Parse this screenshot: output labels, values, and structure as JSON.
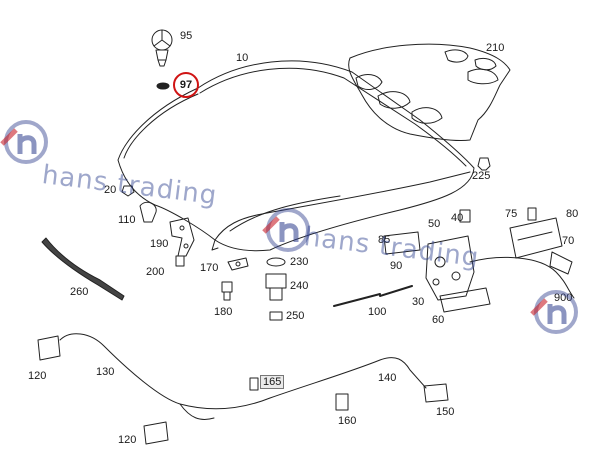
{
  "diagram": {
    "part_labels": [
      {
        "id": "95",
        "text": "95"
      },
      {
        "id": "97",
        "text": "97"
      },
      {
        "id": "10",
        "text": "10"
      },
      {
        "id": "210",
        "text": "210"
      },
      {
        "id": "225",
        "text": "225"
      },
      {
        "id": "20",
        "text": "20"
      },
      {
        "id": "110",
        "text": "110"
      },
      {
        "id": "190",
        "text": "190"
      },
      {
        "id": "200",
        "text": "200"
      },
      {
        "id": "170",
        "text": "170"
      },
      {
        "id": "230",
        "text": "230"
      },
      {
        "id": "240",
        "text": "240"
      },
      {
        "id": "250",
        "text": "250"
      },
      {
        "id": "180",
        "text": "180"
      },
      {
        "id": "260",
        "text": "260"
      },
      {
        "id": "50",
        "text": "50"
      },
      {
        "id": "40",
        "text": "40"
      },
      {
        "id": "75",
        "text": "75"
      },
      {
        "id": "80",
        "text": "80"
      },
      {
        "id": "85",
        "text": "85"
      },
      {
        "id": "90",
        "text": "90"
      },
      {
        "id": "70",
        "text": "70"
      },
      {
        "id": "100",
        "text": "100"
      },
      {
        "id": "30",
        "text": "30"
      },
      {
        "id": "60",
        "text": "60"
      },
      {
        "id": "900",
        "text": "900"
      },
      {
        "id": "120a",
        "text": "120"
      },
      {
        "id": "130",
        "text": "130"
      },
      {
        "id": "165",
        "text": "165"
      },
      {
        "id": "140",
        "text": "140"
      },
      {
        "id": "150",
        "text": "150"
      },
      {
        "id": "160",
        "text": "160"
      },
      {
        "id": "120b",
        "text": "120"
      }
    ],
    "highlighted_part": "97",
    "highlight_color": "#d01414",
    "boxed_part": "165"
  },
  "watermark": {
    "text": "hans trading",
    "logo": "hans-trading-logo",
    "color": "#2c3c8c",
    "accent_color": "#c8202a"
  }
}
